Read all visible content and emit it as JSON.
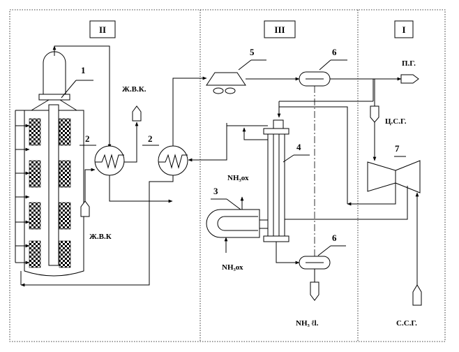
{
  "zones": {
    "left": "II",
    "middle": "III",
    "right": "I"
  },
  "equipment_numbers": {
    "converter": "1",
    "exchanger_a": "2",
    "exchanger_b": "2",
    "condenser": "3",
    "column": "4",
    "compressor_unit": "5",
    "separator_top": "6",
    "separator_bottom": "6",
    "circulation_compressor": "7"
  },
  "labels": {
    "water_out": "Ж.В.К.",
    "water_in": "Ж.В.К",
    "purge_gas": "П.Г.",
    "circ_gas": "Ц.С.Г.",
    "coolant_out": "NH₃ох",
    "coolant_in": "NH₃ох",
    "product": "NH₃ ℓl.",
    "fresh_gas": "С.С.Г."
  }
}
